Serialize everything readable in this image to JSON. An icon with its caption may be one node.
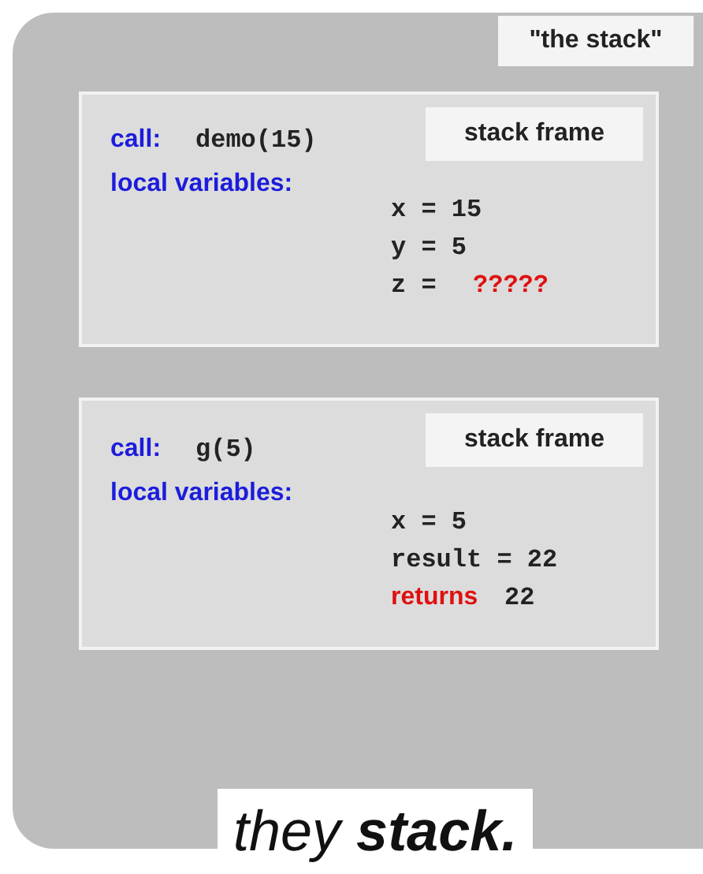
{
  "diagram": {
    "nodes": [
      {
        "text": [],
        "shape": "box"
      },
      {
        "text": [
          "\"the stack\""
        ],
        "in": 0
      },
      {
        "text": [
          "call:",
          "demo(15)",
          "local variables:",
          "x = 15",
          "y = 5",
          "z =",
          "?????"
        ],
        "in": 0
      },
      {
        "text": [
          "stack frame"
        ],
        "in": 2
      },
      {
        "text": [
          "call:",
          "g(5)",
          "local variables:",
          "x = 5",
          "result = 22",
          "returns",
          "22"
        ],
        "in": 0
      },
      {
        "text": [
          "stack frame"
        ],
        "in": 4
      }
    ],
    "caption": "they **stack.**"
  }
}
